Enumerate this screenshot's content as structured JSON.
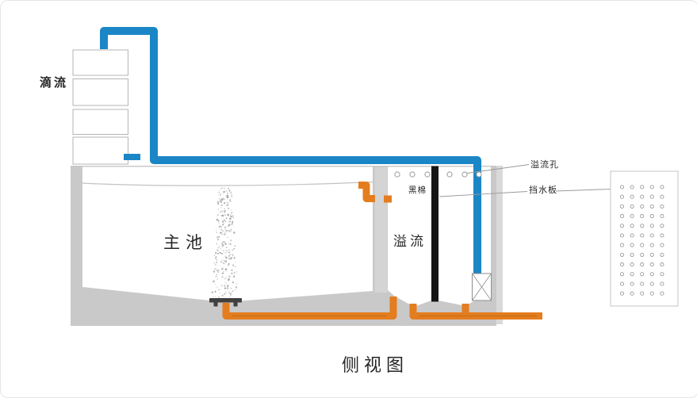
{
  "title": "侧视图",
  "labels": {
    "drip": "滴流",
    "main_pool": "主池",
    "overflow": "溢流",
    "black_cotton": "黑棉",
    "overflow_hole": "溢流孔",
    "baffle_plate": "挡水板"
  },
  "colors": {
    "pipe_blue": "#1b86c6",
    "pipe_orange": "#e47d1f",
    "pipe_orange_dark": "#c06a12",
    "structure_gray": "#c9c9c9",
    "structure_gray_light": "#d9d9d9",
    "filter_black": "#161616",
    "leader_line": "#9a9a9a",
    "outline_gray": "#b5b5b5",
    "text": "#262626"
  },
  "drip_tower": {
    "box_count": 4
  },
  "overflow_holes": {
    "count": 6
  },
  "baffle_panel": {
    "rows": 12,
    "cols": 5
  },
  "bubble_column": {
    "count": 280
  }
}
